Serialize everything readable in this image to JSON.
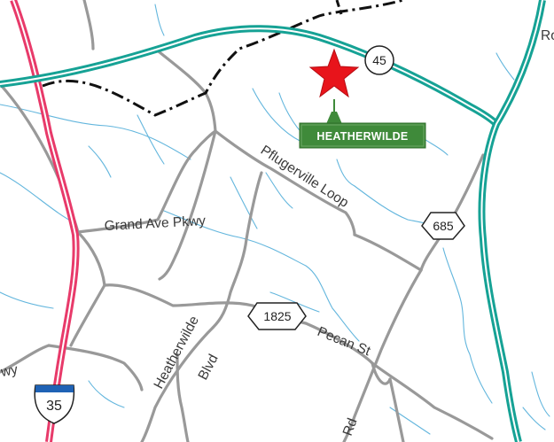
{
  "map": {
    "highway_shields": [
      {
        "id": "45",
        "label": "45"
      },
      {
        "id": "685",
        "label": "685"
      },
      {
        "id": "1825",
        "label": "1825"
      },
      {
        "id": "i35",
        "label": "35"
      }
    ],
    "road_labels": {
      "grand_ave_pkwy": "Grand Ave Pkwy",
      "pflugerville_loop": "Pflugerville Loop",
      "pecan_st": "Pecan St",
      "heatherwilde_blvd_1": "Heatherwilde",
      "heatherwilde_blvd_2": "Blvd",
      "partial_rd": "Rd",
      "partial_ro": "Ro",
      "partial_wy": "wy"
    },
    "marker": {
      "label": "HEATHERWILDE",
      "icon": "star-icon",
      "color": "#e8141b"
    },
    "colors": {
      "tollway": "#16a295",
      "interstate": "#e83a6a",
      "road": "#999999",
      "creek": "#63b6dd",
      "boundary": "#111111",
      "marker_label_bg": "#3f8a3a"
    }
  }
}
